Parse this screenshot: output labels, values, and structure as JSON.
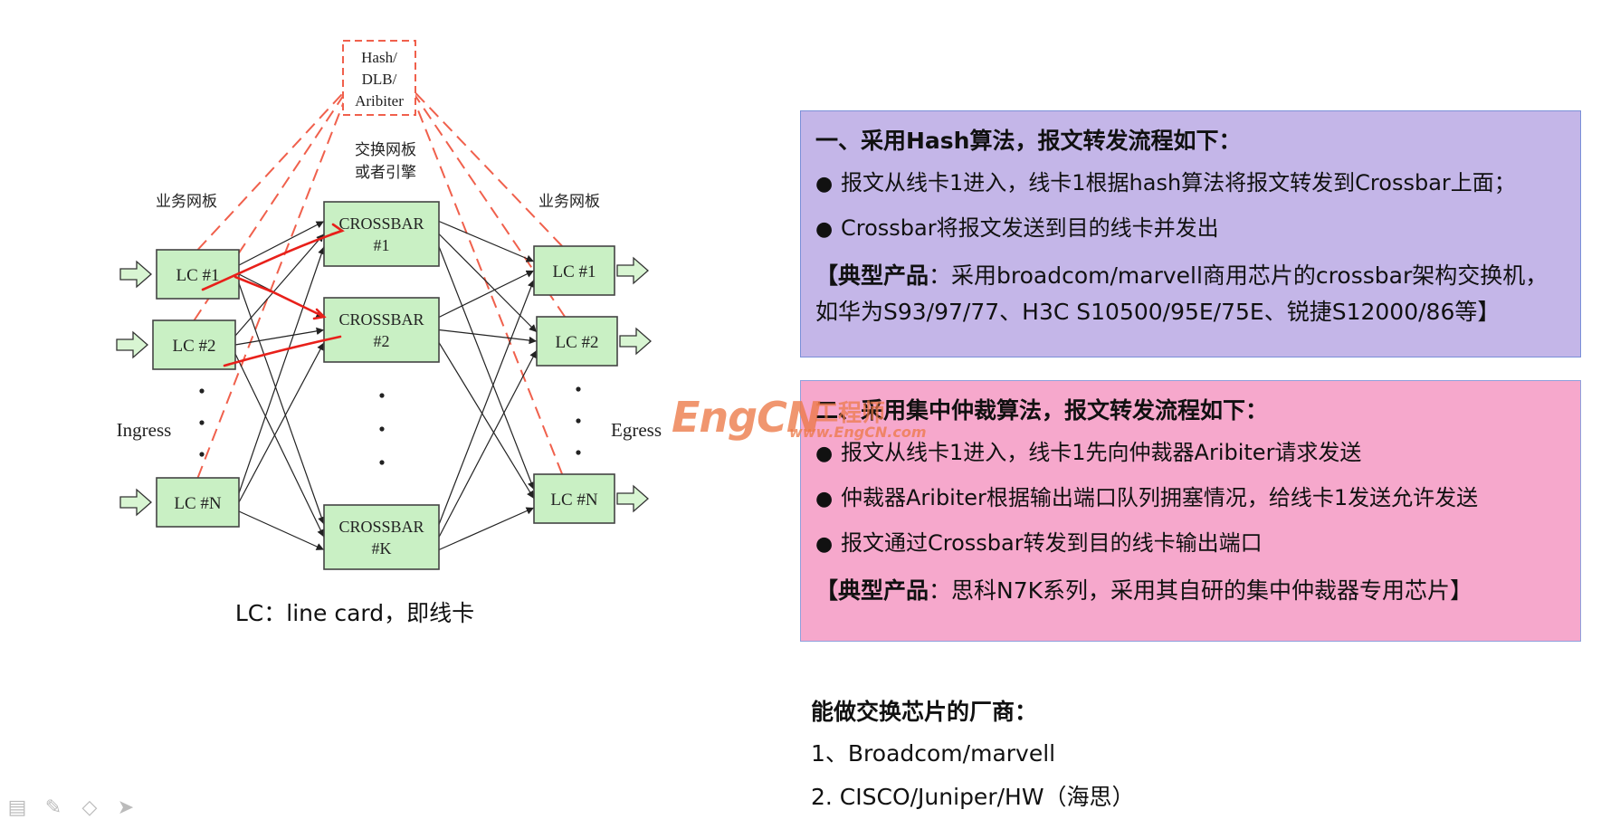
{
  "diagram": {
    "arbiter_label": [
      "Hash/",
      "DLB/",
      "Aribiter"
    ],
    "fabric_label": [
      "交换网板",
      "或者引擎"
    ],
    "left_board_label": "业务网板",
    "right_board_label": "业务网板",
    "ingress_label": "Ingress",
    "egress_label": "Egress",
    "left_cards": [
      "LC #1",
      "LC #2",
      "LC #N"
    ],
    "right_cards": [
      "LC #1",
      "LC #2",
      "LC #N"
    ],
    "crossbars": [
      [
        "CROSSBAR",
        "#1"
      ],
      [
        "CROSSBAR",
        "#2"
      ],
      [
        "CROSSBAR",
        "#K"
      ]
    ],
    "caption": "LC：line card，即线卡",
    "colors": {
      "card_fill": "#c9f0c4",
      "card_border": "#444444",
      "arbiter_line": "#f0604c",
      "hand_arrow": "#e8201a"
    }
  },
  "hash_panel": {
    "title": "一、采用Hash算法，报文转发流程如下：",
    "bullets": [
      "报文从线卡1进入，线卡1根据hash算法将报文转发到Crossbar上面；",
      "Crossbar将报文发送到目的线卡并发出"
    ],
    "product_label": "【典型产品",
    "product_text": "：采用broadcom/marvell商用芯片的crossbar架构交换机，如华为S93/97/77、H3C S10500/95E/75E、锐捷S12000/86等】",
    "color": "#c4b6e8"
  },
  "arbiter_panel": {
    "title": "二、采用集中仲裁算法，报文转发流程如下：",
    "bullets": [
      "报文从线卡1进入，线卡1先向仲裁器Aribiter请求发送",
      "仲裁器Aribiter根据输出端口队列拥塞情况，给线卡1发送允许发送",
      "报文通过Crossbar转发到目的线卡输出端口"
    ],
    "product_label": "【典型产品",
    "product_text": "：思科N7K系列，采用其自研的集中仲裁器专用芯片】",
    "color": "#f6a8cc"
  },
  "vendors": {
    "title": "能做交换芯片的厂商：",
    "items": [
      "1、Broadcom/marvell",
      "2.  CISCO/Juniper/HW（海思）"
    ]
  },
  "watermark": {
    "logo": "EngCN",
    "cn": "工程师",
    "url": "www.EngCN.com"
  },
  "toolbar": {
    "icons": [
      "slides-icon",
      "pen-icon",
      "eraser-icon",
      "pointer-icon"
    ]
  }
}
